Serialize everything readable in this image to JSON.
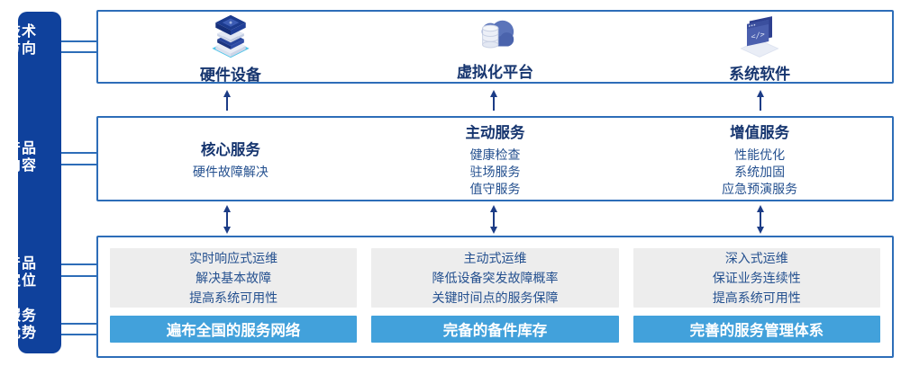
{
  "sidebar": {
    "items": [
      {
        "label": "技术方向"
      },
      {
        "label": "产品内容"
      },
      {
        "label": "产品定位"
      },
      {
        "label": "服务优势"
      }
    ]
  },
  "tech_row": {
    "items": [
      {
        "icon": "hardware-stack-icon",
        "label": "硬件设备"
      },
      {
        "icon": "cloud-database-icon",
        "label": "虚拟化平台"
      },
      {
        "icon": "software-window-icon",
        "label": "系统软件"
      }
    ]
  },
  "product_row": {
    "columns": [
      {
        "heading": "核心服务",
        "items": [
          "硬件故障解决"
        ]
      },
      {
        "heading": "主动服务",
        "items": [
          "健康检查",
          "驻场服务",
          "值守服务"
        ]
      },
      {
        "heading": "增值服务",
        "items": [
          "性能优化",
          "系统加固",
          "应急预演服务"
        ]
      }
    ]
  },
  "positioning_row": {
    "columns": [
      {
        "lines": [
          "实时响应式运维",
          "解决基本故障",
          "提高系统可用性"
        ],
        "advantage": "遍布全国的服务网络"
      },
      {
        "lines": [
          "主动式运维",
          "降低设备突发故障概率",
          "关键时间点的服务保障"
        ],
        "advantage": "完备的备件库存"
      },
      {
        "lines": [
          "深入式运维",
          "保证业务连续性",
          "提高系统可用性"
        ],
        "advantage": "完善的服务管理体系"
      }
    ]
  },
  "colors": {
    "sidebar_blue": "#0f419c",
    "box_border": "#2d6db8",
    "navy_text": "#16356f",
    "item_text": "#24508f",
    "bar_blue": "#42a1db",
    "panel_gray": "#ededed",
    "arrow_navy": "#1c3c86",
    "accent_cyan": "#4fc6e9"
  }
}
